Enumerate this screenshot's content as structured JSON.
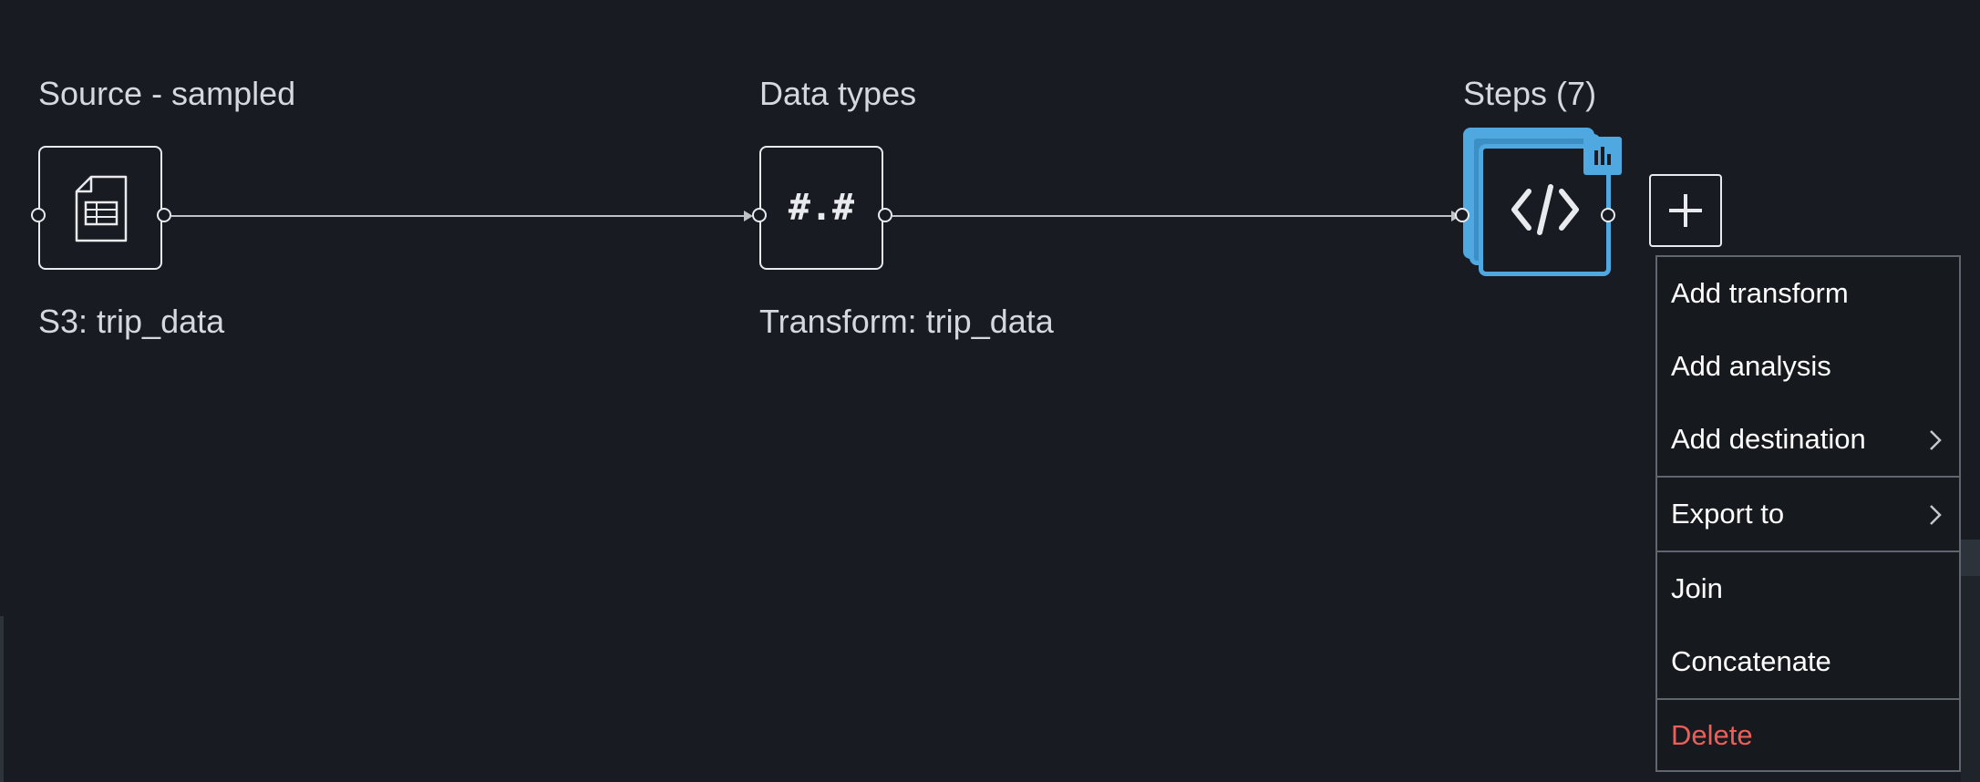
{
  "nodes": {
    "source": {
      "title": "Source - sampled",
      "subtitle": "S3: trip_data",
      "icon": "document-table-icon"
    },
    "datatypes": {
      "title": "Data types",
      "subtitle": "Transform: trip_data",
      "glyph": "#.#"
    },
    "steps": {
      "title": "Steps (7)",
      "icon": "code-icon",
      "badge_icon": "bar-chart-icon"
    }
  },
  "add_button": {
    "icon": "plus-icon"
  },
  "context_menu": {
    "items": [
      {
        "label": "Add transform",
        "submenu": false
      },
      {
        "label": "Add analysis",
        "submenu": false
      },
      {
        "label": "Add destination",
        "submenu": true
      },
      {
        "label": "Export to",
        "submenu": true
      },
      {
        "label": "Join",
        "submenu": false
      },
      {
        "label": "Concatenate",
        "submenu": false
      },
      {
        "label": "Delete",
        "submenu": false,
        "danger": true
      }
    ]
  },
  "colors": {
    "background": "#181b21",
    "accent": "#4fa8e0",
    "danger": "#eb5f5a",
    "node_border": "#e8eaed"
  }
}
